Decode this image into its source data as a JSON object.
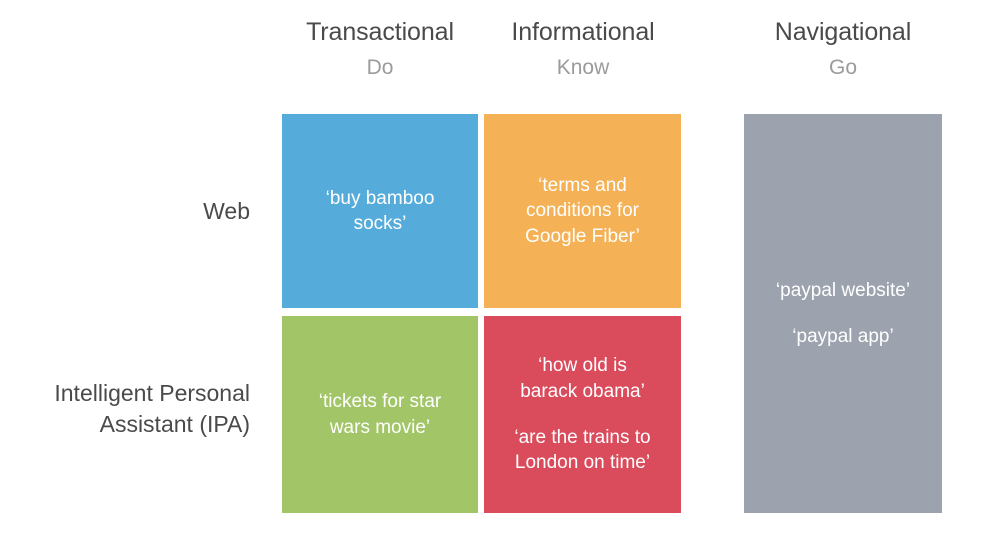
{
  "columns": [
    {
      "title": "Transactional",
      "sub": "Do"
    },
    {
      "title": "Informational",
      "sub": "Know"
    },
    {
      "title": "Navigational",
      "sub": "Go"
    }
  ],
  "rows": [
    {
      "label": "Web"
    },
    {
      "label": "Intelligent Personal\nAssistant (IPA)"
    }
  ],
  "cells": {
    "web_transactional": {
      "queries": [
        "‘buy bamboo\nsocks’"
      ],
      "color": "#55ACDB"
    },
    "web_informational": {
      "queries": [
        "‘terms and\nconditions for\nGoogle Fiber’"
      ],
      "color": "#F4B155"
    },
    "ipa_transactional": {
      "queries": [
        "‘tickets for star\nwars movie’"
      ],
      "color": "#A2C568"
    },
    "ipa_informational": {
      "queries": [
        "‘how old is\nbarack obama’",
        "‘are the trains to\nLondon on time’"
      ],
      "color": "#DA4B5C"
    },
    "navigational": {
      "queries": [
        "‘paypal website’",
        "‘paypal app’"
      ],
      "color": "#9CA3AE"
    }
  },
  "colors": {
    "heading_text": "#4a4a4a",
    "subheading_text": "#9b9b9b",
    "cell_text": "#ffffff",
    "background": "#ffffff"
  }
}
